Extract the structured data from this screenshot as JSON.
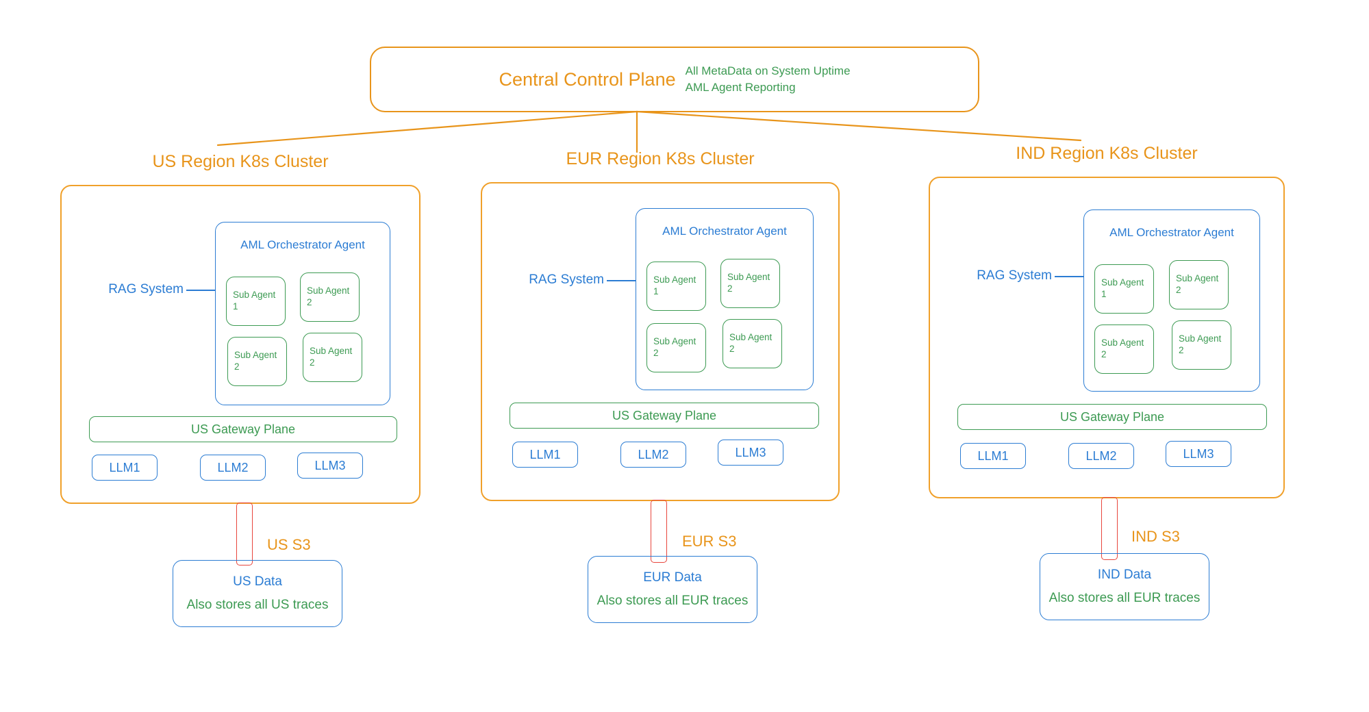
{
  "control_plane": {
    "title": "Central Control Plane",
    "notes": [
      "All MetaData on System Uptime",
      "AML Agent Reporting"
    ]
  },
  "clusters": [
    {
      "title": "US Region K8s Cluster",
      "rag_label": "RAG System",
      "orchestrator_title": "AML Orchestrator Agent",
      "sub_agents": [
        {
          "name": "Sub Agent",
          "num": "1"
        },
        {
          "name": "Sub Agent",
          "num": "2"
        },
        {
          "name": "Sub Agent",
          "num": "2"
        },
        {
          "name": "Sub Agent",
          "num": "2"
        }
      ],
      "gateway": "US Gateway Plane",
      "llms": [
        "LLM1",
        "LLM2",
        "LLM3"
      ],
      "s3_label": "US S3",
      "storage_title": "US Data",
      "storage_sub": "Also stores all US traces"
    },
    {
      "title": "EUR Region K8s Cluster",
      "rag_label": "RAG System",
      "orchestrator_title": "AML Orchestrator Agent",
      "sub_agents": [
        {
          "name": "Sub Agent",
          "num": "1"
        },
        {
          "name": "Sub Agent",
          "num": "2"
        },
        {
          "name": "Sub Agent",
          "num": "2"
        },
        {
          "name": "Sub Agent",
          "num": "2"
        }
      ],
      "gateway": "US Gateway Plane",
      "llms": [
        "LLM1",
        "LLM2",
        "LLM3"
      ],
      "s3_label": "EUR S3",
      "storage_title": "EUR Data",
      "storage_sub": "Also stores all EUR traces"
    },
    {
      "title": "IND Region K8s Cluster",
      "rag_label": "RAG System",
      "orchestrator_title": "AML Orchestrator Agent",
      "sub_agents": [
        {
          "name": "Sub Agent",
          "num": "1"
        },
        {
          "name": "Sub Agent",
          "num": "2"
        },
        {
          "name": "Sub Agent",
          "num": "2"
        },
        {
          "name": "Sub Agent",
          "num": "2"
        }
      ],
      "gateway": "US Gateway Plane",
      "llms": [
        "LLM1",
        "LLM2",
        "LLM3"
      ],
      "s3_label": "IND S3",
      "storage_title": "IND Data",
      "storage_sub": "Also stores all EUR traces"
    }
  ],
  "colors": {
    "orange": "#E8941A",
    "orange_border": "#F0A02A",
    "green": "#3C9A52",
    "blue": "#2B7CD3",
    "red": "#E8453C",
    "background": "#FFFFFF"
  }
}
